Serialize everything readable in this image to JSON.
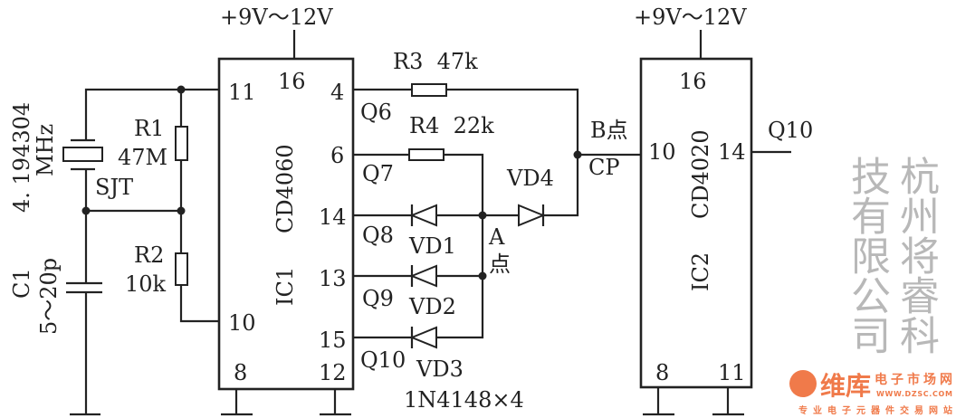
{
  "supply_left": "+9V～12V",
  "supply_right": "+9V～12V",
  "crystal": {
    "freq": "4. 194304",
    "unit": "MHz",
    "name": "SJT"
  },
  "c1": {
    "name": "C1",
    "value": "5～20p"
  },
  "r1": {
    "name": "R1",
    "value": "47M"
  },
  "r2": {
    "name": "R2",
    "value": "10k"
  },
  "r3": {
    "label": "R3  47k"
  },
  "r4": {
    "label": "R4  22k"
  },
  "ic1": {
    "part": "CD4060",
    "name": "IC1",
    "pins": {
      "p16": "16",
      "p11": "11",
      "p10": "10",
      "p8": "8",
      "p4": "4",
      "p6": "6",
      "p14": "14",
      "p13": "13",
      "p15": "15",
      "p12": "12"
    }
  },
  "ic2": {
    "part": "CD4020",
    "name": "IC2",
    "pins": {
      "p16": "16",
      "p10": "10",
      "p14": "14",
      "p8": "8",
      "p11": "11"
    }
  },
  "outputs": {
    "q6": "Q6",
    "q7": "Q7",
    "q8": "Q8",
    "q9": "Q9",
    "q10": "Q10",
    "q10_out": "Q10"
  },
  "diodes": {
    "vd1": "VD1",
    "vd2": "VD2",
    "vd3": "VD3",
    "vd4": "VD4",
    "note": "1N4148×4"
  },
  "points": {
    "b": "B点",
    "cp": "CP",
    "a": "A",
    "a2": "点"
  },
  "watermark": "杭州将睿科技有限公司",
  "logo": {
    "brand": "维库",
    "name": "电子市场网",
    "url": "WWW.DZSC.COM",
    "slogan": "专业电子元器件交易网站"
  }
}
